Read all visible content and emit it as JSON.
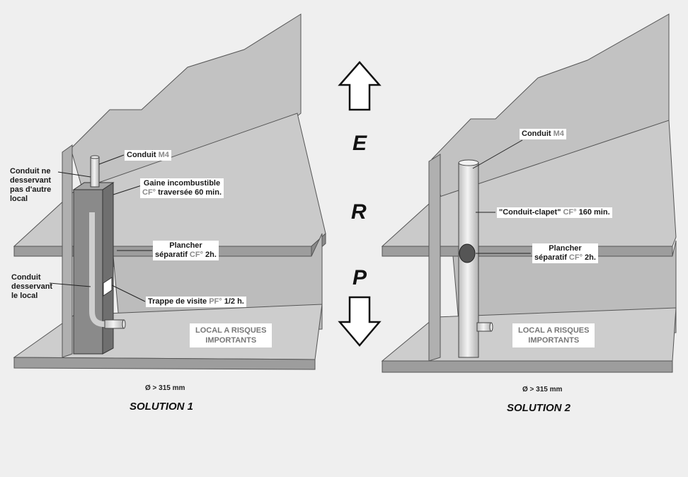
{
  "center_letters": [
    "E",
    "R",
    "P"
  ],
  "solution1": {
    "label_conduit_m4_a": "Conduit ",
    "label_conduit_m4_b": "M4",
    "label_no_serve": [
      "Conduit ne",
      "desservant",
      "pas d'autre",
      "local"
    ],
    "label_gaine": "Gaine incombustible",
    "label_gaine_cf": "CF°",
    "label_gaine_time": " traversée 60 min.",
    "label_plancher": "Plancher",
    "label_plancher2_a": "séparatif ",
    "label_plancher2_cf": "CF°",
    "label_plancher2_b": " 2h.",
    "label_conduit_local": [
      "Conduit",
      "desservant",
      "le local"
    ],
    "label_trappe_a": "Trappe de visite ",
    "label_trappe_pf": "PF°",
    "label_trappe_b": " 1/2 h.",
    "risk_line1": "LOCAL A RISQUES",
    "risk_line2": "IMPORTANTS",
    "diameter": "Ø > 315 mm",
    "title": "SOLUTION 1"
  },
  "solution2": {
    "label_conduit_m4_a": "Conduit ",
    "label_conduit_m4_b": "M4",
    "label_clapet_a": "\"Conduit-clapet\" ",
    "label_clapet_cf": "CF°",
    "label_clapet_b": " 160 min.",
    "label_plancher": "Plancher",
    "label_plancher2_a": "séparatif ",
    "label_plancher2_cf": "CF°",
    "label_plancher2_b": " 2h.",
    "risk_line1": "LOCAL A RISQUES",
    "risk_line2": "IMPORTANTS",
    "diameter": "Ø > 315 mm",
    "title": "SOLUTION 2"
  },
  "colors": {
    "slab": "#c8c8c8",
    "slab_edge": "#9a9a9a",
    "wall": "#b9b9b9",
    "gaine": "#7f7f7f",
    "conduit": "#e6e6e6",
    "flap": "#555555"
  }
}
